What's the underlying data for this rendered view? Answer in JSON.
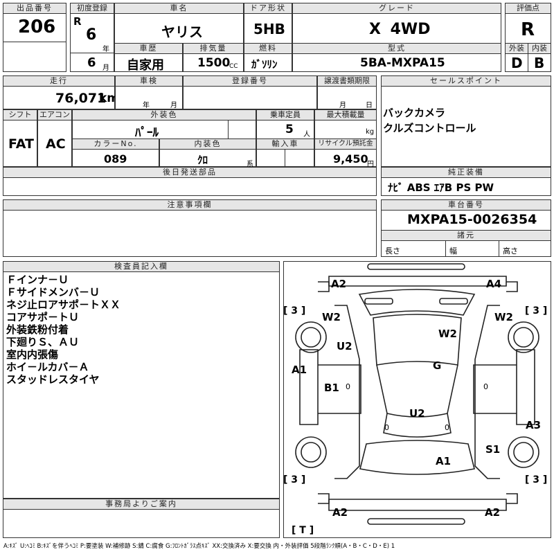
{
  "header": {
    "lot_no_label": "出品番号",
    "lot_no": "206",
    "first_reg_label": "初度登録",
    "era": "R",
    "reg_year": "6",
    "year_unit": "年",
    "reg_month": "6",
    "month_unit": "月",
    "car_name_label": "車名",
    "car_name": "ヤリス",
    "door_label": "ドア形状",
    "door": "5HB",
    "grade_label": "グレード",
    "grade": "X 4WD",
    "score_label": "評価点",
    "score": "R",
    "history_label": "車歴",
    "history": "自家用",
    "displacement_label": "排気量",
    "displacement": "1500",
    "cc_unit": "CC",
    "fuel_label": "燃料",
    "fuel": "ｶﾞｿﾘﾝ",
    "model_label": "型式",
    "model": "5BA-MXPA15",
    "exterior_label": "外装",
    "exterior": "D",
    "interior_label": "内装",
    "interior": "B"
  },
  "row2": {
    "mileage_label": "走行",
    "mileage": "76,071",
    "km_unit": "km",
    "inspection_label": "車検",
    "year_unit": "年",
    "month_unit": "月",
    "reg_no_label": "登録番号",
    "transfer_label": "譲渡書類期限",
    "transfer_month": "月",
    "transfer_day": "日",
    "shift_label": "シフト",
    "shift": "FAT",
    "ac_label": "エアコン",
    "ac": "AC",
    "ext_color_label": "外装色",
    "ext_color": "ﾊﾟｰﾙ",
    "capacity_label": "乗車定員",
    "capacity": "5",
    "capacity_unit": "人",
    "max_load_label": "最大積載量",
    "max_load_unit": "kg",
    "color_no_label": "カラーNo.",
    "color_no": "089",
    "int_color_label": "内装色",
    "int_color": "ｸﾛ",
    "int_suffix": "系",
    "import_label": "輸入車",
    "recycle_label": "リサイクル預託金",
    "recycle": "9,450",
    "yen_unit": "円",
    "later_parts_label": "後日発送部品"
  },
  "sales_points": {
    "label": "セールスポイント",
    "items": [
      "バックカメラ",
      "クルズコントロール"
    ]
  },
  "equipment": {
    "label": "純正装備",
    "value": "ﾅﾋﾞ ABS ｴｱB PS PW"
  },
  "notes": {
    "label": "注意事項欄"
  },
  "chassis": {
    "label": "車台番号",
    "value": "MXPA15-0026354"
  },
  "specs": {
    "label": "諸元",
    "length": "長さ",
    "width": "幅",
    "height": "高さ"
  },
  "inspector": {
    "label": "検査員記入欄",
    "lines": [
      "Ｆインナ－Ｕ",
      "Ｆサイドメンバ－Ｕ",
      "ネジ止ロアサポ－トＸＸ",
      "コアサポ－トＵ",
      "外装鉄粉付着",
      "下廻りＳ、ＡＵ",
      "室内内張傷",
      "ホイ－ルカバ－Ａ",
      "スタッドレスタイヤ"
    ]
  },
  "office": {
    "label": "事務局よりご案内"
  },
  "diagram": {
    "marks": [
      "A2",
      "A4",
      "W2",
      "W2",
      "W2",
      "U2",
      "G",
      "A1",
      "B1",
      "U2",
      "A3",
      "A1",
      "S1",
      "A2",
      "A2"
    ],
    "tires": [
      "[ 3 ]",
      "[ 3 ]",
      "[ 3 ]",
      "[ 3 ]",
      "[ T ]"
    ],
    "gauges": [
      "0",
      "0",
      "0",
      "0"
    ]
  },
  "legend": "A:ｷｽﾞ U:ﾍｺﾐ B:ｷｽﾞを伴うﾍｺﾐ P:要塗装 W:補修跡 S:錆 C:腐食 G:ﾌﾛﾝﾄｶﾞﾗｽ点ｷｽﾞ XX:交換済み X:要交換 内・外装評価 5段階ﾗﾝｸ順(A・B・C・D・E) 1"
}
